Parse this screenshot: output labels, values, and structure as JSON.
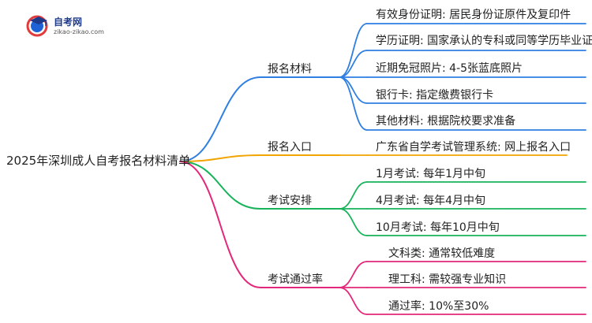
{
  "logo": {
    "title": "自考网",
    "url": "zikao-zikao.com",
    "colors": {
      "primary": "#1e63d6",
      "accent": "#e23b3b"
    }
  },
  "mindmap": {
    "root": "2025年深圳成人自考报名材料清单",
    "branches": [
      {
        "label": "报名材料",
        "color": "#2f7fe3",
        "items": [
          "有效身份证明: 居民身份证原件及复印件",
          "学历证明: 国家承认的专科或同等学历毕业证",
          "近期免冠照片: 4-5张蓝底照片",
          "银行卡: 指定缴费银行卡",
          "其他材料: 根据院校要求准备"
        ]
      },
      {
        "label": "报名入口",
        "color": "#f2a400",
        "items": [
          "广东省自学考试管理系统: 网上报名入口"
        ]
      },
      {
        "label": "考试安排",
        "color": "#18b35a",
        "items": [
          "1月考试: 每年1月中旬",
          "4月考试: 每年4月中旬",
          "10月考试: 每年10月中旬"
        ]
      },
      {
        "label": "考试通过率",
        "color": "#e3277a",
        "items": [
          "文科类: 通常较低难度",
          "理工科: 需较强专业知识",
          "通过率: 10%至30%"
        ]
      }
    ]
  }
}
